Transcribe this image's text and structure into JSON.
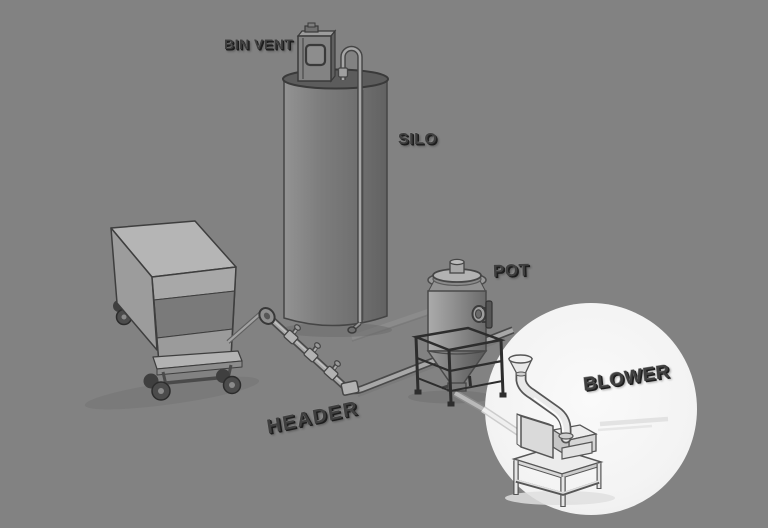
{
  "scene": {
    "background_color": "#828282",
    "spotlight_color": "#f3f3f3",
    "label_color": "#3f3f3f",
    "labels": {
      "bin_vent": "BIN VENT",
      "silo": "SILO",
      "pot": "POT",
      "blower": "BLOWER",
      "header": "HEADER"
    }
  }
}
